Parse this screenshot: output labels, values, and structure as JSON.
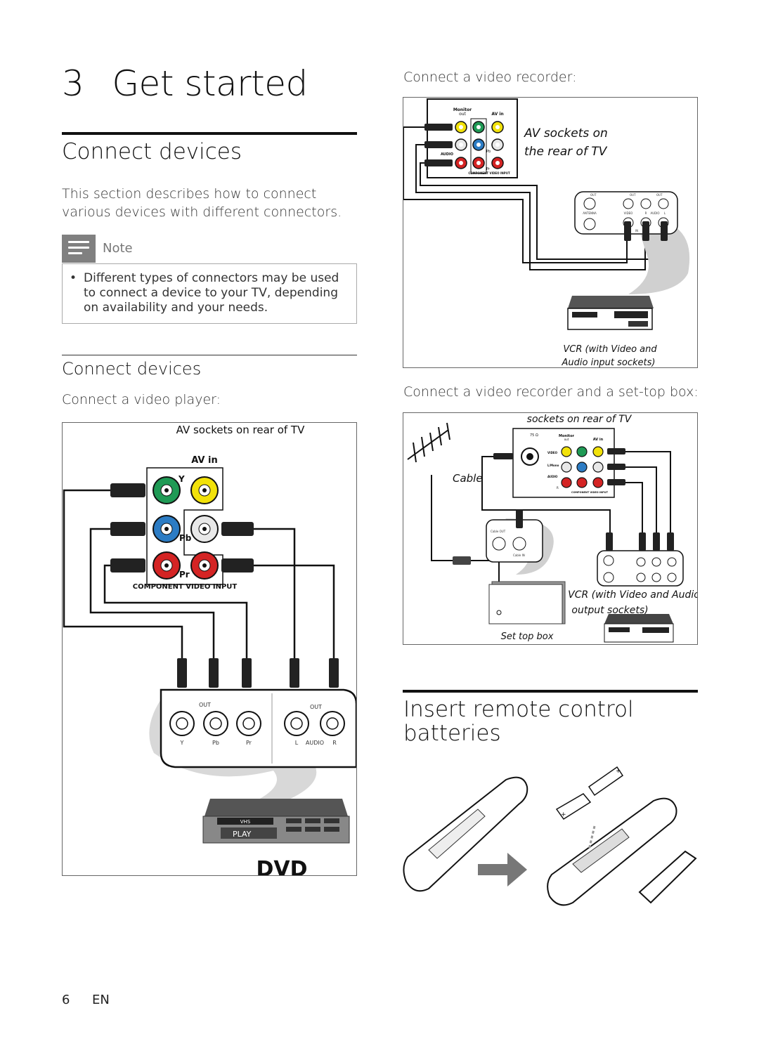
{
  "chapter": {
    "number": "3",
    "title": "Get started"
  },
  "section_connect": {
    "title": "Connect devices",
    "intro": "This section describes how to connect various devices with different connectors."
  },
  "note": {
    "label": "Note",
    "bullet": "Different types of connectors may be used to connect a device to your TV, depending on availability and your needs."
  },
  "subsection": {
    "title": "Connect devices"
  },
  "video_player": {
    "caption": "Connect a video player:",
    "fig_title": "AV sockets on rear of TV",
    "av_in": "AV in",
    "labels": {
      "y_jack": "Y",
      "pb_jack": "Pb",
      "pr_jack": "Pr",
      "component": "COMPONENT VIDEO INPUT",
      "out1": "OUT",
      "out2": "OUT",
      "y": "Y",
      "pb": "Pb",
      "pr": "Pr",
      "l": "L",
      "audio": "AUDIO",
      "r": "R",
      "vhs": "VHS",
      "play": "PLAY",
      "dvd": "DVD"
    }
  },
  "video_recorder": {
    "caption": "Connect a video recorder:",
    "av_label_1": "AV sockets on",
    "av_label_2": "the rear of TV",
    "vcr_label_1": "VCR (with Video and",
    "vcr_label_2": "Audio input sockets)",
    "panel": {
      "monitor": "Monitor",
      "out": "out",
      "av_in": "AV in",
      "audio": "AUDIO",
      "component": "COMPONENT VIDEO INPUT",
      "pb": "Pb",
      "pr": "Pr"
    },
    "vcr_panel": {
      "out": "OUT",
      "antenna": "ANTENNA",
      "video": "VIDEO",
      "audio_r": "R",
      "audio": "AUDIO",
      "audio_l": "L",
      "in": "IN"
    }
  },
  "recorder_settop": {
    "caption": "Connect a video recorder and a set-top box:",
    "sockets_label": "sockets on rear of TV",
    "cable": "Cable",
    "vcr_label_1": "VCR (with Video and Audio",
    "vcr_label_2": "output sockets)",
    "settop": "Set top box",
    "panel": {
      "ohm": "75 Ω",
      "monitor": "Monitor",
      "out": "out",
      "av_in": "AV in",
      "video": "VIDEO",
      "lmono": "L/Mono",
      "audio": "AUDIO",
      "r": "R",
      "component": "COMPONENT VIDEO INPUT"
    },
    "box_panel": {
      "cable_out": "Cable OUT",
      "cable_in": "Cable IN"
    }
  },
  "batteries": {
    "title_line1": "Insert remote control",
    "title_line2": "batteries"
  },
  "footer": {
    "page": "6",
    "lang": "EN"
  }
}
